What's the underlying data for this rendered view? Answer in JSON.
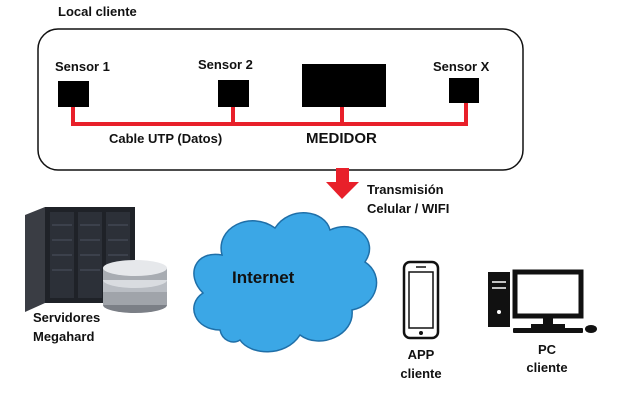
{
  "local": {
    "title": "Local cliente",
    "sensors": [
      {
        "label": "Sensor 1"
      },
      {
        "label": "Sensor 2"
      },
      {
        "label": "Sensor X"
      }
    ],
    "cable_label": "Cable UTP (Datos)",
    "meter_label": "MEDIDOR",
    "bus_color": "#e8202a"
  },
  "transmission": {
    "line1": "Transmisión",
    "line2": "Celular / WIFI",
    "arrow_color": "#e8202a"
  },
  "cloud": {
    "label": "Internet",
    "color": "#3ba7e6"
  },
  "servers": {
    "line1": "Servidores",
    "line2": "Megahard",
    "icon": "server-rack-icon"
  },
  "app": {
    "line1": "APP",
    "line2": "cliente",
    "icon": "smartphone-icon"
  },
  "pc": {
    "line1": "PC",
    "line2": "cliente",
    "icon": "desktop-computer-icon"
  }
}
